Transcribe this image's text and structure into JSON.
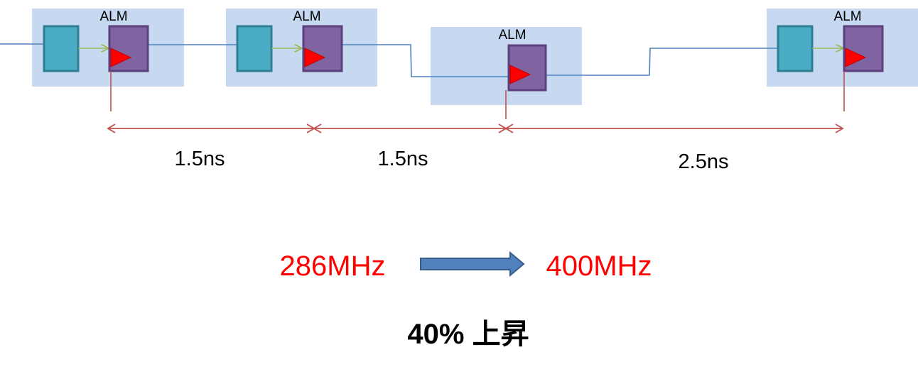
{
  "alm_blocks": [
    {
      "label": "ALM",
      "has_lut": true
    },
    {
      "label": "ALM",
      "has_lut": true
    },
    {
      "label": "ALM",
      "has_lut": false
    },
    {
      "label": "ALM",
      "has_lut": true
    }
  ],
  "delays": [
    {
      "label": "1.5ns"
    },
    {
      "label": "1.5ns"
    },
    {
      "label": "2.5ns"
    }
  ],
  "frequency": {
    "before": "286MHz",
    "after": "400MHz"
  },
  "result": {
    "text": "40% 上昇"
  },
  "colors": {
    "alm_background": "#c6d9f0",
    "lut_fill": "#4bacc6",
    "lut_border": "#2e7f95",
    "register_fill": "#8064a2",
    "register_border": "#5c3f7d",
    "clock_triangle": "#ff0000",
    "wire": "#4f81bd",
    "lut_to_reg_arrow": "#9bbb59",
    "timing_line": "#c0504d",
    "freq_text": "#ff0000",
    "big_arrow": "#4f81bd"
  }
}
